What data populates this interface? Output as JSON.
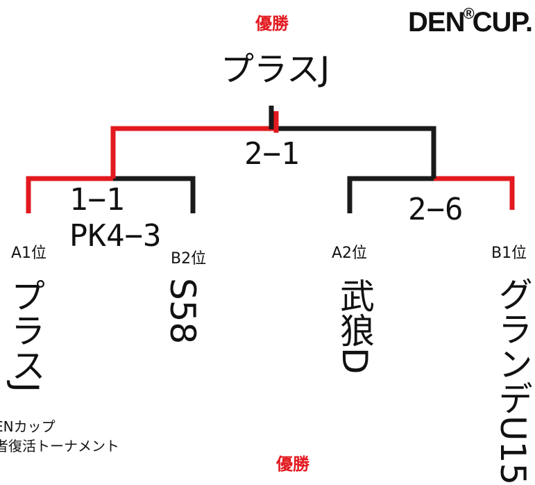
{
  "header": {
    "champion_label": "優勝",
    "champion": "プラスJ",
    "logo_left": "DEN",
    "logo_mark": "®",
    "logo_right": "CUP."
  },
  "colors": {
    "winner": "#e2191f",
    "line": "#1a1a1a"
  },
  "scores": {
    "final": "2−1",
    "semi_left": "1−1",
    "semi_left_pk": "PK4−3",
    "semi_right": "2−6"
  },
  "seeds": {
    "a1": "A1位",
    "b2": "B2位",
    "a2": "A2位",
    "b1": "B1位"
  },
  "teams": {
    "a1": "プラスJ",
    "b2": "S58",
    "a2": "武狼D",
    "b1": "グランデU15"
  },
  "footer": {
    "line1": "ENカップ",
    "line2": "者復活トーナメント"
  }
}
